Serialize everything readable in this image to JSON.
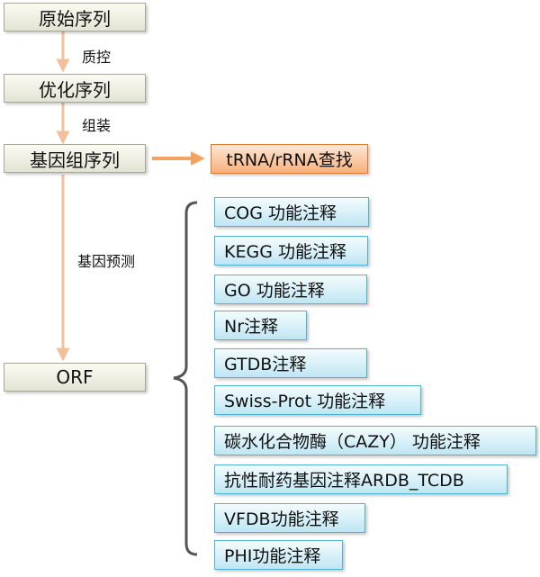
{
  "pipeline": {
    "steps": [
      "原始序列",
      "优化序列",
      "基因组序列",
      "ORF"
    ],
    "edge_labels": [
      "质控",
      "组装",
      "基因预测"
    ]
  },
  "side_branch": {
    "label": "tRNA/rRNA查找"
  },
  "annotations": [
    "COG 功能注释",
    "KEGG 功能注释",
    "GO 功能注释",
    "Nr注释",
    "GTDB注释",
    "Swiss-Prot 功能注释",
    "碳水化合物酶（CAZY） 功能注释",
    "抗性耐药基因注释ARDB_TCDB",
    "VFDB功能注释",
    "PHI功能注释"
  ],
  "colors": {
    "flow_arrow": "#f2c09a",
    "branch_arrow": "#f4a261",
    "step_fill": "#ebebdf",
    "annotation_fill": "#cdebf5",
    "annotation_border": "#4fb3d6",
    "branch_fill": "#f9c39a",
    "bracket": "#555555"
  }
}
